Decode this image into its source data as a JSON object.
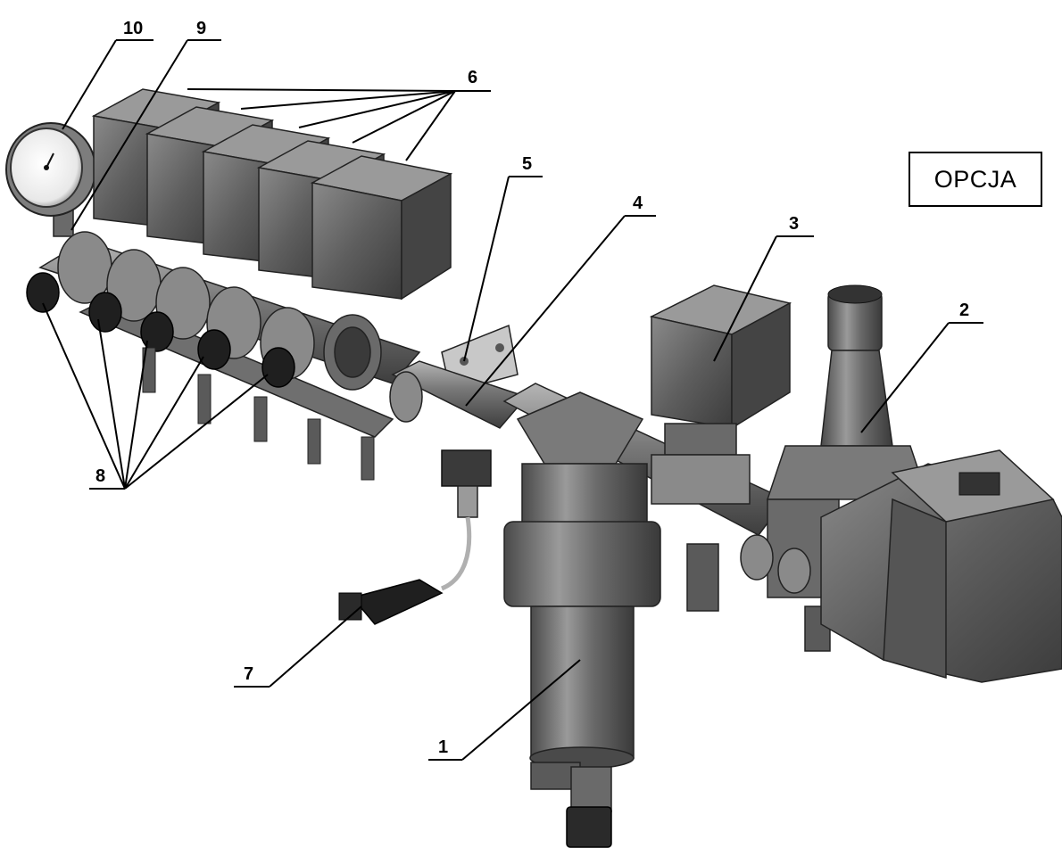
{
  "option_box": {
    "text": "OPCJA"
  },
  "labels": [
    {
      "id": "label-1",
      "text": "1"
    },
    {
      "id": "label-2",
      "text": "2"
    },
    {
      "id": "label-3",
      "text": "3"
    },
    {
      "id": "label-4",
      "text": "4"
    },
    {
      "id": "label-5",
      "text": "5"
    },
    {
      "id": "label-6",
      "text": "6"
    },
    {
      "id": "label-7",
      "text": "7"
    },
    {
      "id": "label-8",
      "text": "8"
    },
    {
      "id": "label-9",
      "text": "9"
    },
    {
      "id": "label-10",
      "text": "10"
    }
  ],
  "colors": {
    "line": "#000000",
    "body_dark": "#555555",
    "body_mid": "#7a7a7a",
    "body_light": "#a9a9a9",
    "highlight": "#d8d8d8"
  }
}
